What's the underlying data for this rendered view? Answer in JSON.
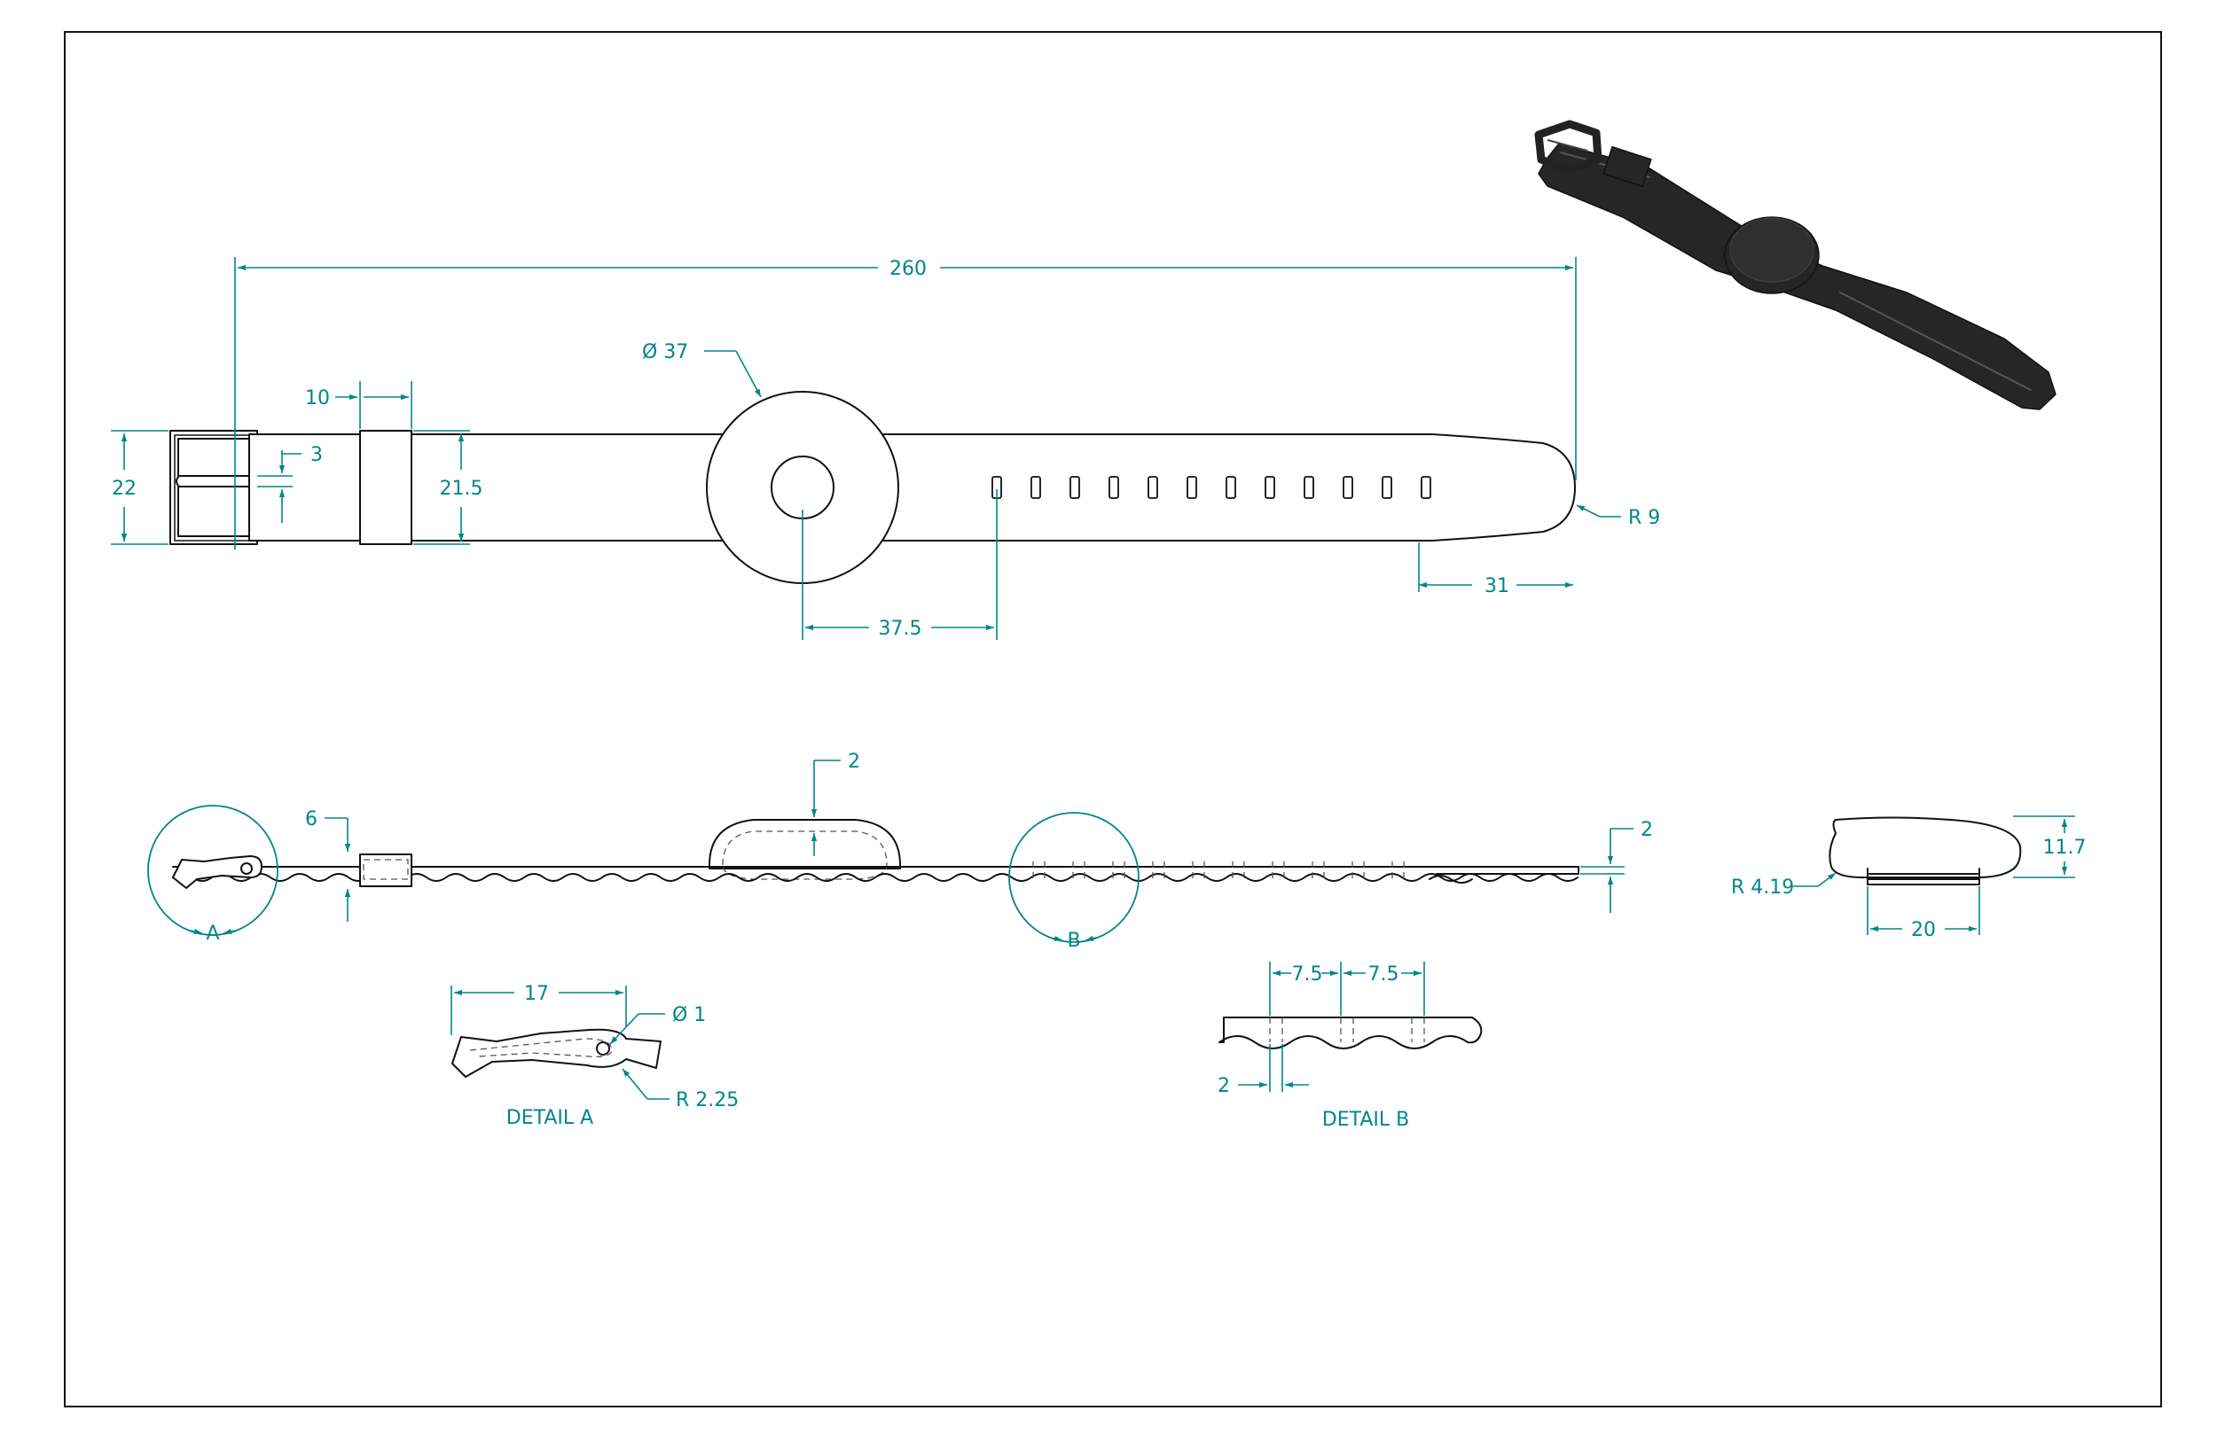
{
  "dimensions": {
    "overall_length": "260",
    "dial_diameter": "Ø 37",
    "keeper_width": "10",
    "pin_length": "3",
    "buckle_height": "22",
    "band_width": "21.5",
    "tip_radius": "R 9",
    "tip_length": "31",
    "hole_offset": "37.5",
    "dial_thickness": "2",
    "keeper_thickness": "6",
    "band_thickness": "2",
    "side_height": "11.7",
    "side_radius": "R 4.19",
    "side_width": "20",
    "detail_a_length": "17",
    "detail_a_hole": "Ø 1",
    "detail_a_radius": "R 2.25",
    "detail_b_pitch_1": "7.5",
    "detail_b_pitch_2": "7.5",
    "detail_b_gap": "2"
  },
  "callouts": {
    "a": "A",
    "b": "B"
  },
  "captions": {
    "detail_a": "DETAIL A",
    "detail_b": "DETAIL B"
  },
  "colors": {
    "dimension": "#00868a",
    "outline": "#111111",
    "render_band": "#262626"
  }
}
